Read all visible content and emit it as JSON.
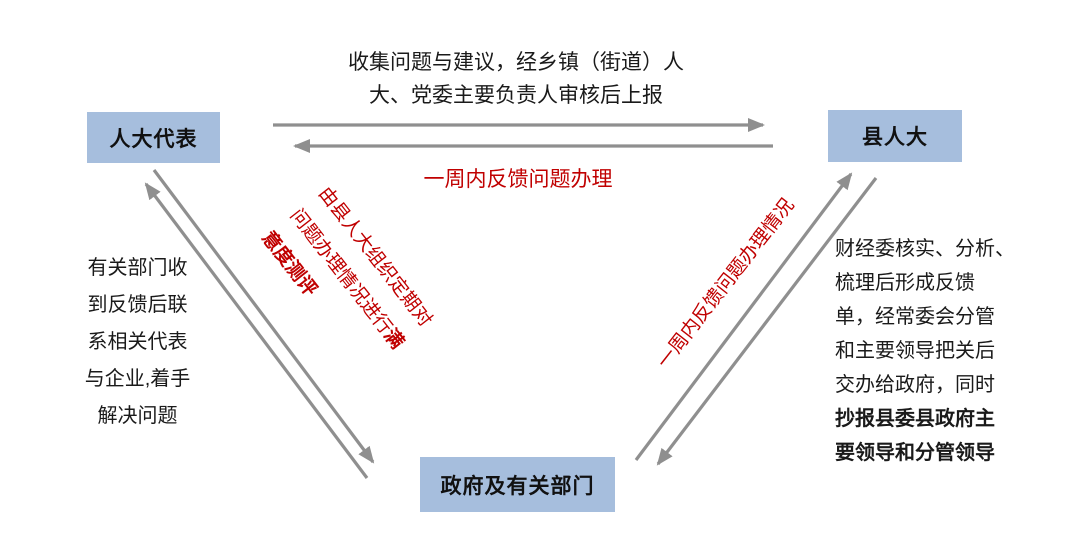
{
  "nodes": {
    "representatives": {
      "label": "人大代表"
    },
    "county_congress": {
      "label": "县人大"
    },
    "government": {
      "label": "政府及有关部门"
    }
  },
  "labels": {
    "top_black": {
      "line1": "收集问题与建议，经乡镇（街道）人",
      "line2": "大、党委主要负责人审核后上报"
    },
    "top_red": "一周内反馈问题办理",
    "left_black": {
      "lines": [
        "有关部门收",
        "到反馈后联",
        "系相关代表",
        "与企业,着手",
        "解决问题"
      ]
    },
    "middle_red": {
      "line1": "由县人大组织定期对",
      "line2_regular": "问题办理情况进行",
      "line2_bold": "满",
      "line3_bold": "意度测评"
    },
    "right_red": "一周内反馈问题办理情况",
    "right_black": {
      "lines": [
        "财经委核实、分析、",
        "梳理后形成反馈",
        "单，经常委会分管",
        "和主要领导把关后",
        "交办给政府，同时",
        "抄报县委县政府主",
        "要领导和分管领导"
      ]
    }
  },
  "colors": {
    "box_fill": "#a6bedd",
    "arrow": "#8f8f8f",
    "red": "#c00000",
    "ink": "#1a1a1a"
  }
}
